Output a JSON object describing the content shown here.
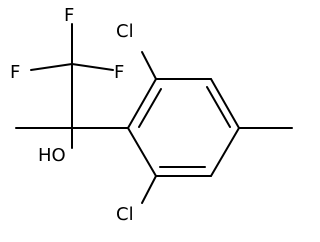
{
  "molecule": {
    "atoms": {
      "cl_top": "Cl",
      "cl_bottom": "Cl",
      "f_top": "F",
      "f_left": "F",
      "f_right": "F",
      "hydroxyl": "HO"
    }
  }
}
